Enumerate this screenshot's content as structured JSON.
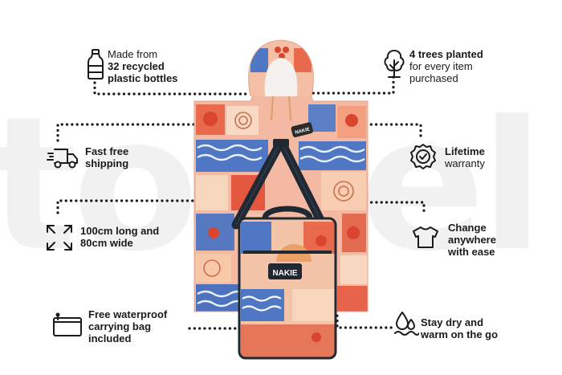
{
  "background_word": "towel",
  "product": {
    "brand_label": "NAKIE",
    "hood_tag": "NAKIE"
  },
  "features": {
    "bottles": {
      "line1": "Made from",
      "line2": "32 recycled",
      "line3": "plastic bottles",
      "icon": "bottle-icon"
    },
    "trees": {
      "line1": "4 trees planted",
      "line2": "for every item",
      "line3": "purchased",
      "icon": "tree-icon"
    },
    "shipping": {
      "line1": "Fast free",
      "line2": "shipping",
      "icon": "truck-icon"
    },
    "warranty": {
      "line1": "Lifetime",
      "line2": "warranty",
      "icon": "badge-check-icon"
    },
    "size": {
      "line1": "100cm long and",
      "line2": "80cm wide",
      "icon": "expand-arrows-icon"
    },
    "change": {
      "line1": "Change",
      "line2": "anywhere",
      "line3": "with ease",
      "icon": "tshirt-icon"
    },
    "bag": {
      "line1": "Free waterproof",
      "line2": "carrying bag",
      "line3": "included",
      "icon": "pouch-icon"
    },
    "dry": {
      "line1": "Stay dry and",
      "line2": "warm on the go",
      "icon": "water-drops-icon"
    }
  },
  "colors": {
    "dots": "#1a1a1a",
    "background_text": "#f1f1f1"
  }
}
